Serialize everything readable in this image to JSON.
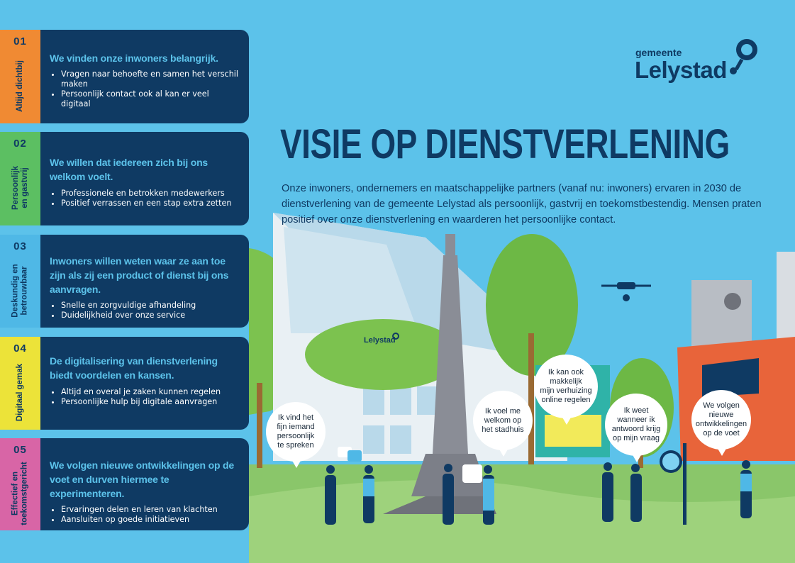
{
  "brand": {
    "prefix": "gemeente",
    "name": "Lelystad",
    "building_sign": "Lelystad",
    "color_dark_blue": "#0f3a63",
    "color_light_blue": "#5cc2ea"
  },
  "headline": "VISIE OP DIENSTVERLENING",
  "intro": "Onze inwoners, ondernemers en maatschappelijke partners (vanaf nu: inwoners) ervaren in 2030 de dienstverlening van de gemeente Lelystad als persoonlijk, gastvrij en toekomstbestendig. Mensen praten positief over onze dienstverlening en waarderen het persoonlijke contact.",
  "pillars": [
    {
      "number": "01",
      "label": "Altijd dichtbij",
      "color": "#f08a33",
      "heading": "We vinden onze inwoners belangrijk.",
      "points": [
        "Vragen naar behoefte en samen het verschil maken",
        "Persoonlijk contact ook al kan er veel digitaal"
      ]
    },
    {
      "number": "02",
      "label": "Persoonlijk\nen gastvrij",
      "color": "#5cbf62",
      "heading": "We willen dat iedereen zich bij ons welkom voelt.",
      "points": [
        "Professionele en betrokken medewerkers",
        "Positief verrassen en een stap extra zetten"
      ]
    },
    {
      "number": "03",
      "label": "Deskundig en\nbetrouwbaar",
      "color": "#4fb8e6",
      "heading": "Inwoners willen weten waar ze aan toe zijn als zij een product of dienst bij ons aanvragen.",
      "points": [
        "Snelle en zorgvuldige afhandeling",
        "Duidelijkheid over onze service"
      ]
    },
    {
      "number": "04",
      "label": "Digitaal gemak",
      "color": "#ece339",
      "heading": "De digitalisering van dienstverlening biedt voordelen en kansen.",
      "points": [
        "Altijd en overal je zaken kunnen regelen",
        "Persoonlijke hulp bij digitale aanvragen"
      ]
    },
    {
      "number": "05",
      "label": "Effectief en\ntoekomstgericht",
      "color": "#d865a6",
      "heading": "We volgen nieuwe ontwikkelingen op de voet en durven hiermee te experimenteren.",
      "points": [
        "Ervaringen delen en leren van klachten",
        "Aansluiten op goede initiatieven"
      ]
    }
  ],
  "bubbles": [
    "Ik vind het\nfijn iemand\npersoonlijk\nte spreken",
    "Ik voel me\nwelkom op\nhet stadhuis",
    "Ik kan ook\nmakkelijk\nmijn verhuizing\nonline regelen",
    "Ik weet\nwanneer ik\nantwoord krijg\nop mijn vraag",
    "We volgen\nnieuwe\nontwikkelingen\nop de voet"
  ]
}
